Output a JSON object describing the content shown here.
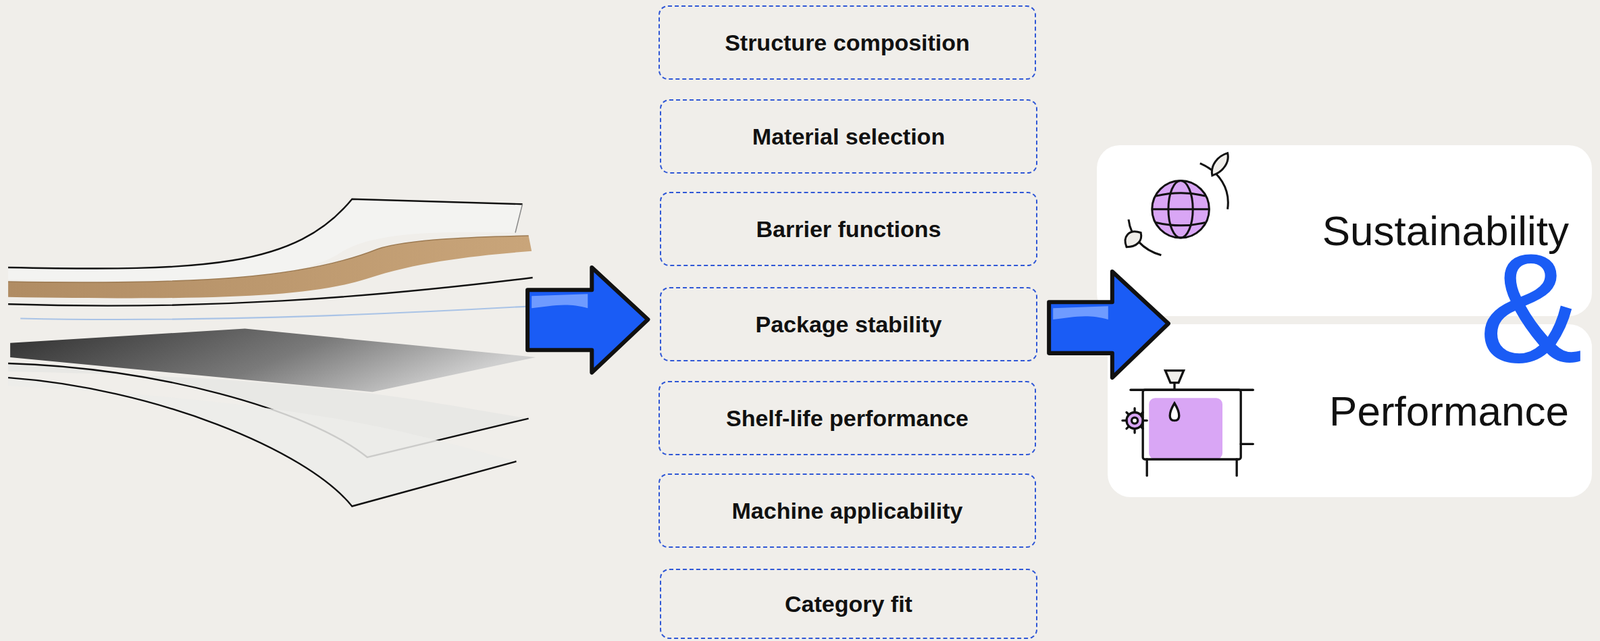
{
  "diagram": {
    "nodes": [
      {
        "text": [
          "Structure composition"
        ]
      },
      {
        "text": [
          "Material selection"
        ]
      },
      {
        "text": [
          "Barrier functions"
        ]
      },
      {
        "text": [
          "Package stability"
        ]
      },
      {
        "text": [
          "Shelf-life performance"
        ]
      },
      {
        "text": [
          "Machine applicability"
        ]
      },
      {
        "text": [
          "Category fit"
        ]
      },
      {
        "text": [
          "Sustainability"
        ]
      },
      {
        "text": [
          "Performance"
        ]
      }
    ],
    "labels": [
      "&"
    ]
  }
}
